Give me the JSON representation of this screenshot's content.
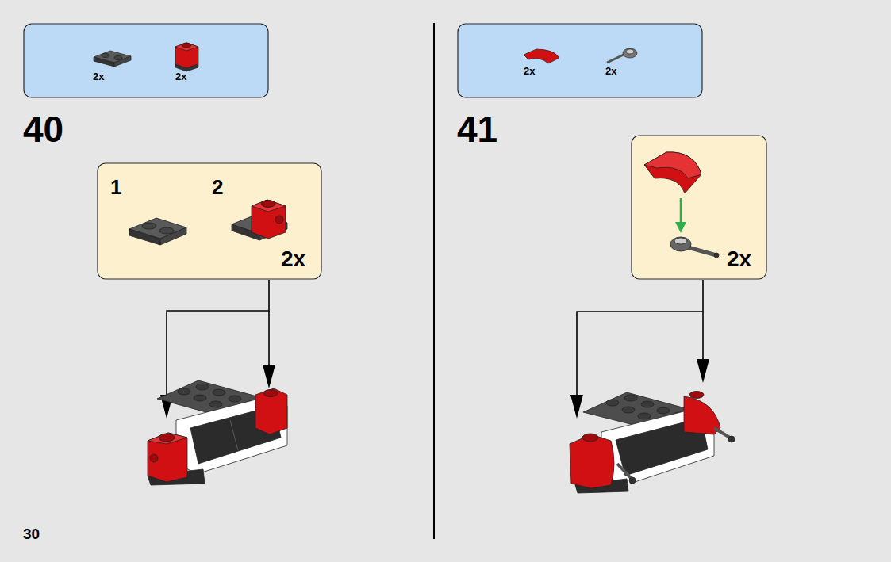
{
  "diagram": {
    "nodes": [
      {
        "text": [
          "2x",
          "2x"
        ]
      },
      {
        "text": [
          "1",
          "2",
          "2x"
        ]
      },
      {
        "text": [
          "2x",
          "2x"
        ]
      },
      {
        "text": [
          "2x"
        ]
      }
    ],
    "labels": [
      "40",
      "41",
      "30"
    ]
  }
}
